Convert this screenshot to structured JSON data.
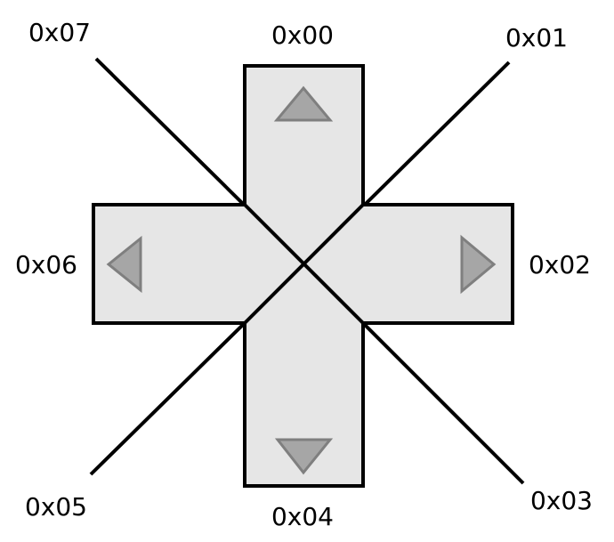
{
  "colors": {
    "pad_fill": "#e6e6e6",
    "pad_stroke": "#000000",
    "arrow_fill": "#a6a6a6",
    "arrow_stroke": "#7f7f7f",
    "diagonal_stroke": "#000000"
  },
  "directions": {
    "up": "0x00",
    "up_right": "0x01",
    "right": "0x02",
    "down_right": "0x03",
    "down": "0x04",
    "down_left": "0x05",
    "left": "0x06",
    "up_left": "0x07"
  },
  "icons": {
    "up": "triangle-up-icon",
    "right": "triangle-right-icon",
    "down": "triangle-down-icon",
    "left": "triangle-left-icon"
  }
}
